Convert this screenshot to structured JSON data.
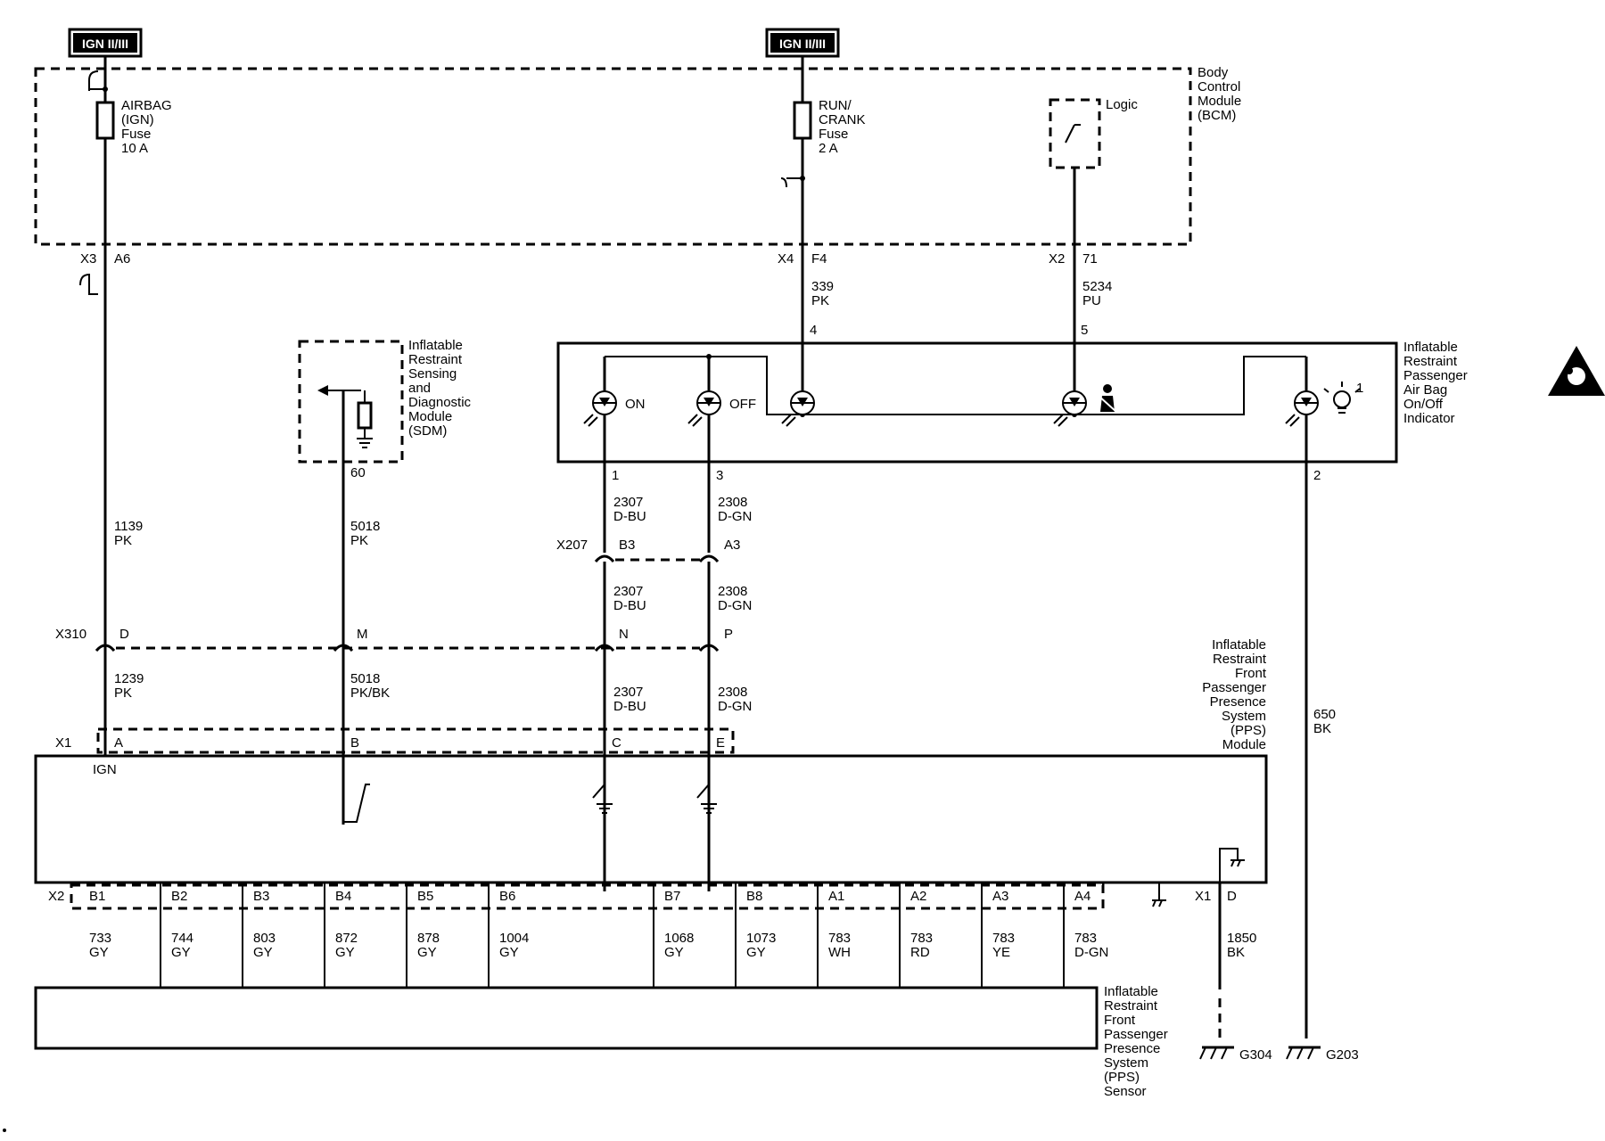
{
  "power_sources": [
    "IGN II/III",
    "IGN II/III"
  ],
  "bcm": {
    "label": [
      "Body",
      "Control",
      "Module",
      "(BCM)"
    ],
    "airbag_fuse": [
      "AIRBAG",
      "(IGN)",
      "Fuse",
      "10 A"
    ],
    "run_fuse": [
      "RUN/",
      "CRANK",
      "Fuse",
      "2 A"
    ],
    "logic": "Logic",
    "conn_x3": "X3",
    "pin_a6": "A6",
    "conn_x4": "X4",
    "pin_f4": "F4",
    "conn_x2": "X2",
    "pin_71": "71"
  },
  "sdm": {
    "label": [
      "Inflatable",
      "Restraint",
      "Sensing",
      "and",
      "Diagnostic",
      "Module",
      "(SDM)"
    ],
    "pin": "60"
  },
  "indicator": {
    "label": [
      "Inflatable",
      "Restraint",
      "Passenger",
      "Air Bag",
      "On/Off",
      "Indicator"
    ],
    "on": "ON",
    "off": "OFF",
    "pin4": "4",
    "pin5": "5",
    "pin1": "1",
    "pin3": "3",
    "pin2": "2",
    "bulb_note": "1"
  },
  "wires": {
    "w339": [
      "339",
      "PK"
    ],
    "w5234": [
      "5234",
      "PU"
    ],
    "w1139": [
      "1139",
      "PK"
    ],
    "w5018": [
      "5018",
      "PK"
    ],
    "w2307a": [
      "2307",
      "D-BU"
    ],
    "w2308a": [
      "2308",
      "D-GN"
    ],
    "w2307b": [
      "2307",
      "D-BU"
    ],
    "w2308b": [
      "2308",
      "D-GN"
    ],
    "w1239": [
      "1239",
      "PK"
    ],
    "w5018b": [
      "5018",
      "PK/BK"
    ],
    "w2307c": [
      "2307",
      "D-BU"
    ],
    "w2308c": [
      "2308",
      "D-GN"
    ],
    "w650": [
      "650",
      "BK"
    ],
    "w1850": [
      "1850",
      "BK"
    ]
  },
  "connectors": {
    "x207": "X207",
    "b3": "B3",
    "a3": "A3",
    "x310": "X310",
    "d": "D",
    "m": "M",
    "n": "N",
    "p": "P",
    "x1": "X1",
    "a": "A",
    "b": "B",
    "c": "C",
    "e": "E",
    "ign": "IGN",
    "x2": "X2",
    "x1d": "X1",
    "d2": "D"
  },
  "pps_module": {
    "label": [
      "Inflatable",
      "Restraint",
      "Front",
      "Passenger",
      "Presence",
      "System",
      "(PPS)",
      "Module"
    ]
  },
  "pps_sensor": {
    "label": [
      "Inflatable",
      "Restraint",
      "Front",
      "Passenger",
      "Presence",
      "System",
      "(PPS)",
      "Sensor"
    ]
  },
  "sensor_pins": [
    {
      "pin": "B1",
      "circuit": "733",
      "color": "GY"
    },
    {
      "pin": "B2",
      "circuit": "744",
      "color": "GY"
    },
    {
      "pin": "B3",
      "circuit": "803",
      "color": "GY"
    },
    {
      "pin": "B4",
      "circuit": "872",
      "color": "GY"
    },
    {
      "pin": "B5",
      "circuit": "878",
      "color": "GY"
    },
    {
      "pin": "B6",
      "circuit": "1004",
      "color": "GY"
    },
    {
      "pin": "B7",
      "circuit": "1068",
      "color": "GY"
    },
    {
      "pin": "B8",
      "circuit": "1073",
      "color": "GY"
    },
    {
      "pin": "A1",
      "circuit": "783",
      "color": "WH"
    },
    {
      "pin": "A2",
      "circuit": "783",
      "color": "RD"
    },
    {
      "pin": "A3",
      "circuit": "783",
      "color": "YE"
    },
    {
      "pin": "A4",
      "circuit": "783",
      "color": "D-GN"
    }
  ],
  "grounds": [
    "G304",
    "G203"
  ]
}
